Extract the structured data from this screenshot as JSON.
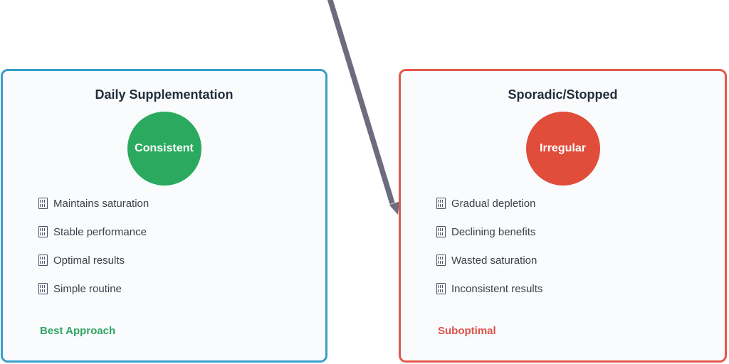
{
  "connector": {
    "color": "#6b6d7e"
  },
  "cards": [
    {
      "title": "Daily Supplementation",
      "circle_label": "Consistent",
      "circle_color": "#2baa5f",
      "border_color": "#379fc7",
      "items": [
        "Maintains saturation",
        "Stable performance",
        "Optimal results",
        "Simple routine"
      ],
      "footer": "Best Approach",
      "footer_color": "#2fa463"
    },
    {
      "title": "Sporadic/Stopped",
      "circle_label": "Irregular",
      "circle_color": "#e04d3b",
      "border_color": "#e3584b",
      "items": [
        "Gradual depletion",
        "Declining benefits",
        "Wasted saturation",
        "Inconsistent results"
      ],
      "footer": "Suboptimal",
      "footer_color": "#da5247"
    }
  ]
}
